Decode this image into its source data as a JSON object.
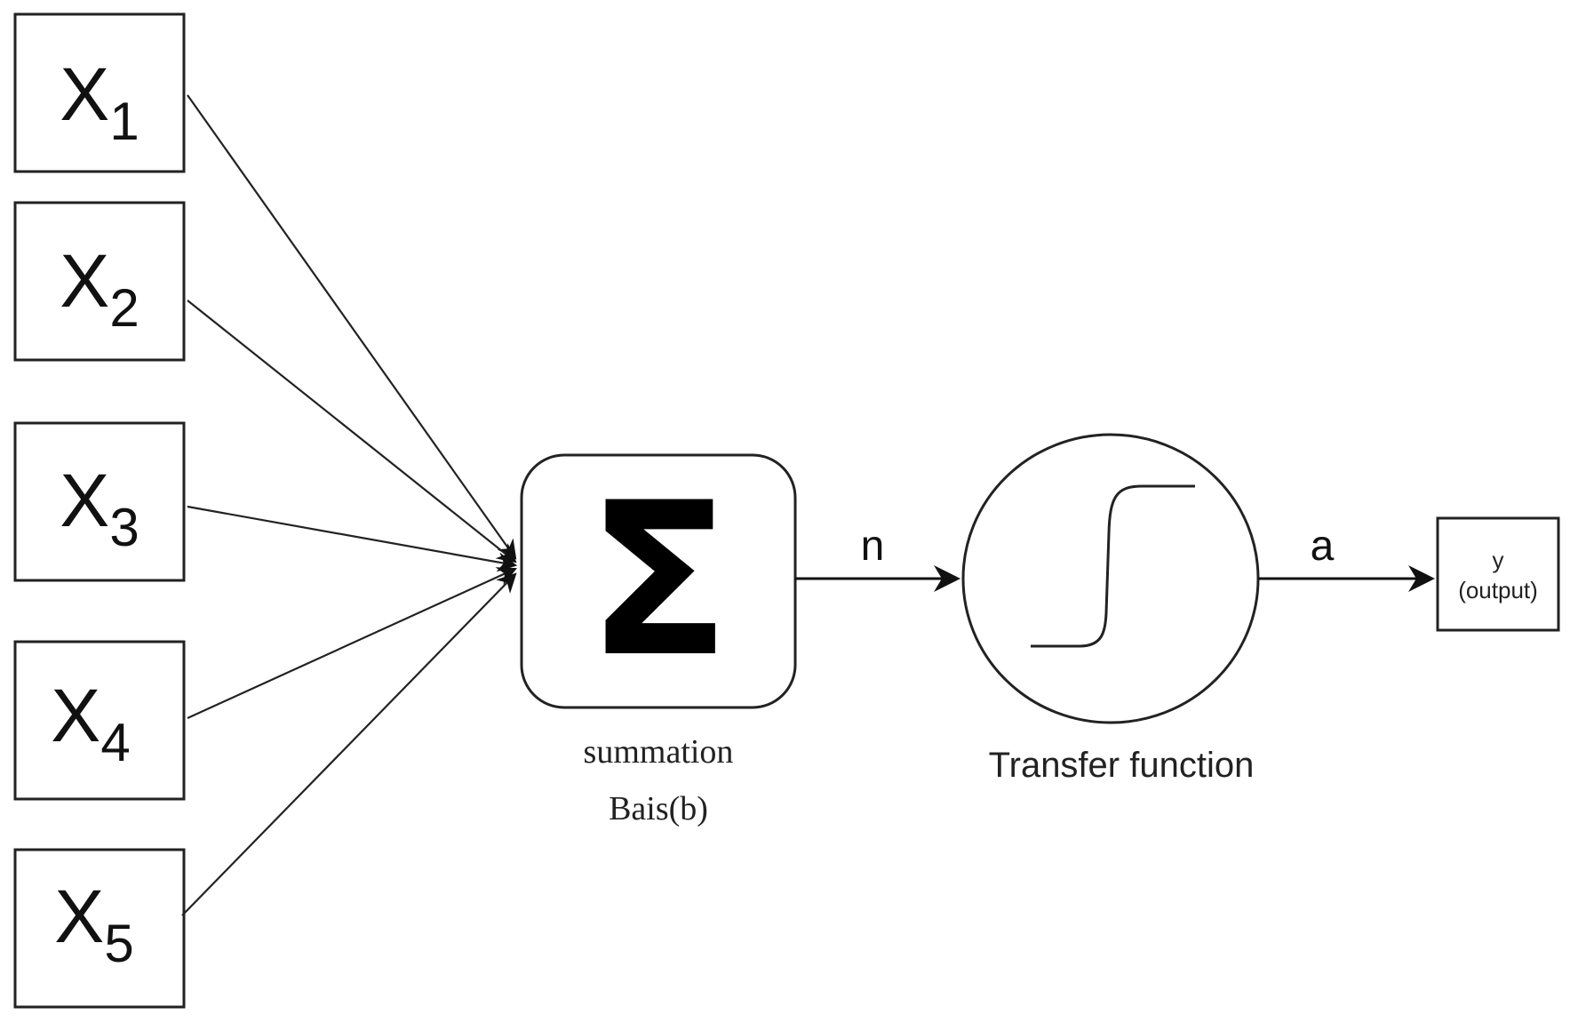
{
  "inputs": [
    {
      "base": "X",
      "sub": "1"
    },
    {
      "base": "X",
      "sub": "2"
    },
    {
      "base": "X",
      "sub": "3"
    },
    {
      "base": "X",
      "sub": "4"
    },
    {
      "base": "X",
      "sub": "5"
    }
  ],
  "summation": {
    "symbol": "Σ",
    "label": "summation",
    "bias_label": "Bais(b)"
  },
  "edges": {
    "n_label": "n",
    "a_label": "a"
  },
  "transfer": {
    "label": "Transfer function",
    "icon": "sigmoid-step-icon"
  },
  "output": {
    "var": "y",
    "label": "(output)"
  },
  "colors": {
    "stroke": "#222222",
    "text": "#111111",
    "background": "#ffffff"
  }
}
